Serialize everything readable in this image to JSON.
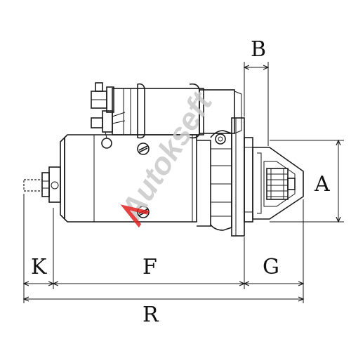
{
  "diagram": {
    "dimension_labels": {
      "b": "B",
      "a": "A",
      "k": "K",
      "f": "F",
      "g": "G",
      "r": "R"
    },
    "watermark": {
      "text": "Autokseft",
      "color_red": "#e02020",
      "color_grey": "#c9c9c9"
    },
    "line_color": "#1a1a1a"
  }
}
